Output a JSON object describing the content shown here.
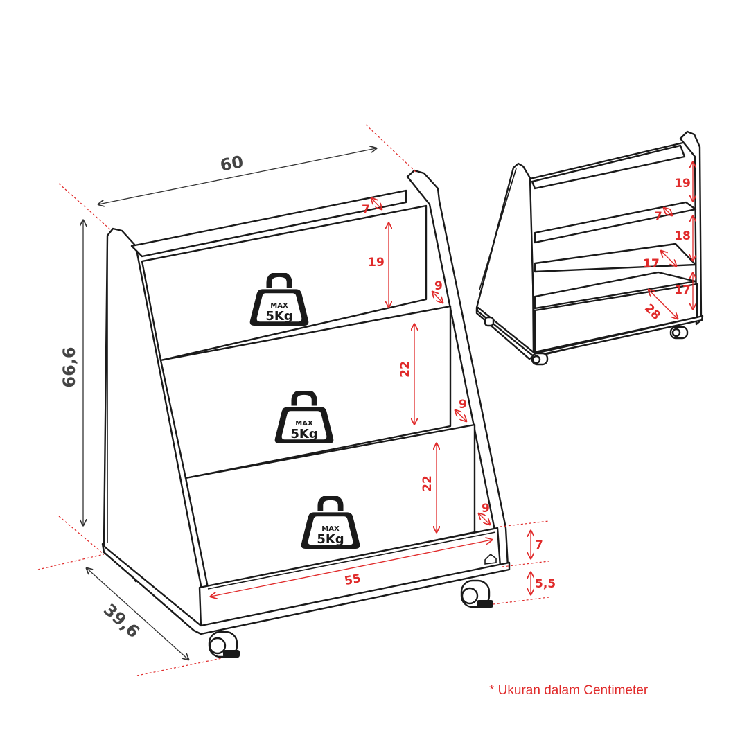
{
  "dimensions": {
    "width": "60",
    "height": "66,6",
    "depth": "39,6",
    "inner_width": "55",
    "front_base": "7",
    "wheel_height": "5,5",
    "top_gap": "7",
    "shelf1_height": "19",
    "shelf2_height": "22",
    "shelf3_height": "22",
    "gap1": "9",
    "gap2": "9",
    "gap3": "9"
  },
  "back_view": {
    "h1": "19",
    "gap": "7",
    "h2": "18",
    "d2": "17",
    "h3": "17",
    "depth": "28"
  },
  "load_badge": {
    "max": "MAX",
    "weight": "5Kg"
  },
  "note": "* Ukuran dalam Centimeter",
  "colors": {
    "accent": "#e02a2a",
    "outline": "#1a1a1a",
    "dimension": "#333333"
  }
}
